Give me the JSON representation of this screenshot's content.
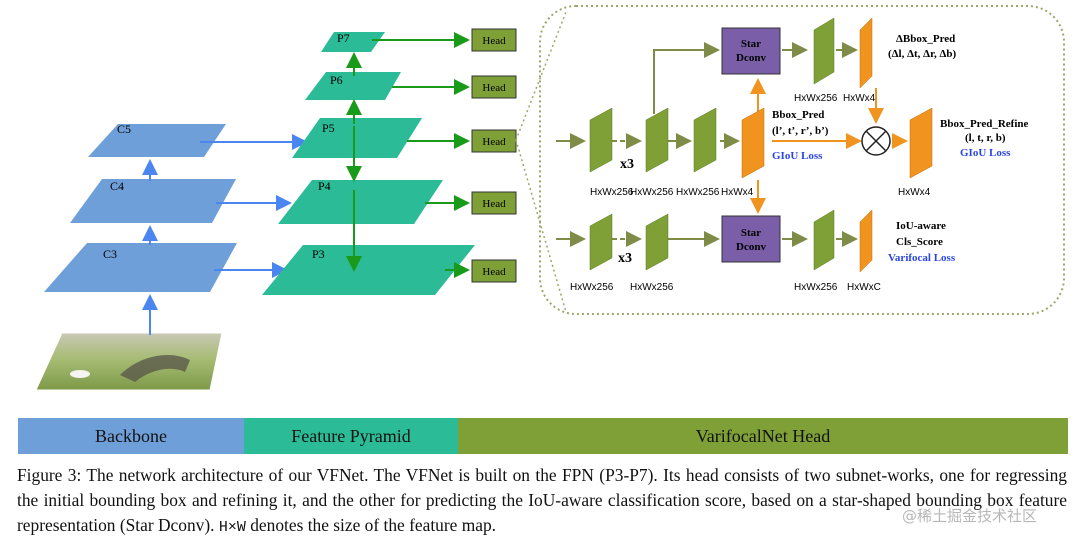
{
  "diagram": {
    "backbone": {
      "c5": "C5",
      "c4": "C4",
      "c3": "C3"
    },
    "pyramid": {
      "p7": "P7",
      "p6": "P6",
      "p5": "P5",
      "p4": "P4",
      "p3": "P3"
    },
    "head_label": "Head",
    "detail": {
      "size_256": "HxWx256",
      "size_4": "HxWx4",
      "size_c": "HxWxC",
      "x3": "x3",
      "star_dconv_1": "Star",
      "star_dconv_2": "Dconv",
      "delta_bbox_title": "ΔBbox_Pred",
      "delta_bbox_vals": "(Δl, Δt, Δr, Δb)",
      "bbox_pred_title": "Bbox_Pred",
      "bbox_pred_vals": "(l’, t’, r’, b’)",
      "giou_loss": "GIoU Loss",
      "refine_title": "Bbox_Pred_Refine",
      "refine_vals": "(l, t, r, b)",
      "iou_title": "IoU-aware",
      "cls_title": "Cls_Score",
      "varifocal_loss": "Varifocal Loss"
    }
  },
  "legend": {
    "backbone": "Backbone",
    "feature_pyramid": "Feature Pyramid",
    "head": "VarifocalNet Head",
    "colors": {
      "backbone": "#6f9fd8",
      "feature_pyramid": "#2bbb96",
      "head": "#7ea036"
    }
  },
  "caption": {
    "part1": "Figure 3: The network architecture of our VFNet. The VFNet is built on the FPN (P3-P7). Its head consists of two subnet-works, one for regressing the initial bounding box and refining it, and the other for predicting the IoU-aware classification score, based on a star-shaped bounding box feature representation (Star Dconv). ",
    "mono": "H×W",
    "part2": " denotes the size of the feature map."
  },
  "watermark": "@稀土掘金技术社区"
}
